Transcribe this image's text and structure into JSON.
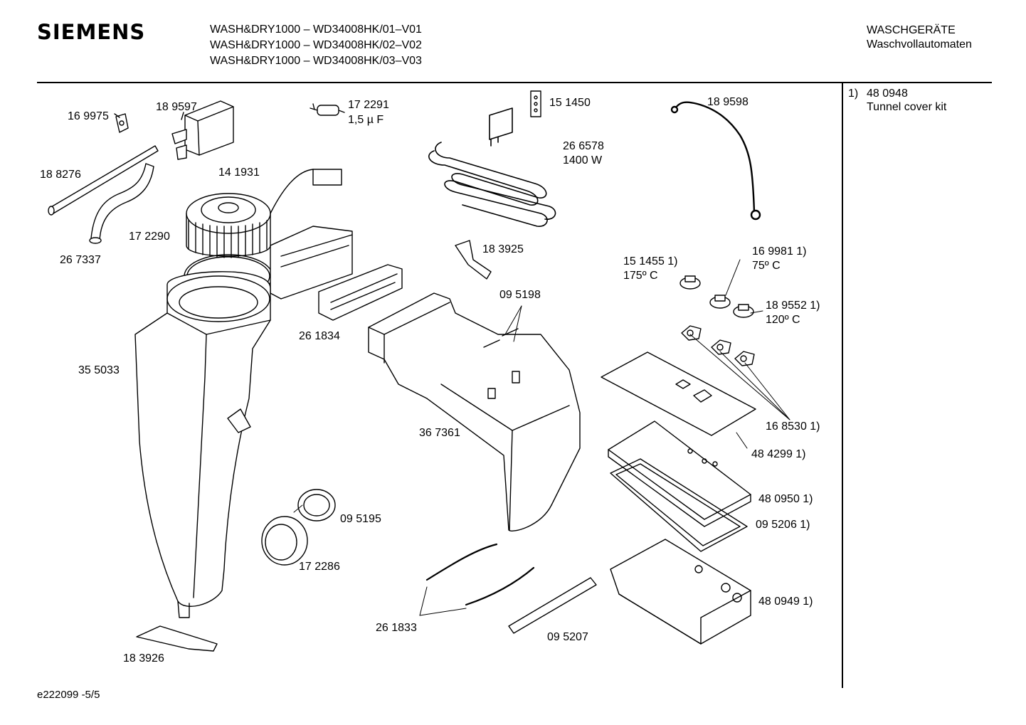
{
  "header": {
    "brand": "SIEMENS",
    "models": [
      "WASH&DRY1000 – WD34008HK/01–V01",
      "WASH&DRY1000 – WD34008HK/02–V02",
      "WASH&DRY1000 – WD34008HK/03–V03"
    ],
    "category_line1": "WASCHGERÄTE",
    "category_line2": "Waschvollautomaten"
  },
  "footnote": {
    "marker": "1)",
    "part": "48 0948",
    "description": "Tunnel cover kit"
  },
  "footer": {
    "code": "e222099  -5/5"
  },
  "parts": {
    "p169975": "16 9975",
    "p189597": "18 9597",
    "p172291": "17 2291",
    "p172291_spec": "1,5 µ F",
    "p151450": "15 1450",
    "p189598": "18 9598",
    "p266578": "26 6578",
    "p266578_spec": "1400 W",
    "p188276": "18 8276",
    "p141931": "14 1931",
    "p267337": "26 7337",
    "p172290": "17 2290",
    "p183925": "18 3925",
    "p151455": "15 1455 1)",
    "p151455_spec": "175º C",
    "p169981": "16 9981 1)",
    "p169981_spec": "75º C",
    "p095198": "09 5198",
    "p189552": "18 9552 1)",
    "p189552_spec": "120º C",
    "p261834": "26 1834",
    "p355033": "35 5033",
    "p168530": "16 8530 1)",
    "p367361": "36 7361",
    "p484299": "48 4299 1)",
    "p480950": "48 0950 1)",
    "p095195": "09 5195",
    "p095206": "09 5206 1)",
    "p172286": "17 2286",
    "p480949": "48 0949 1)",
    "p261833": "26 1833",
    "p095207": "09 5207",
    "p183926": "18 3926"
  }
}
